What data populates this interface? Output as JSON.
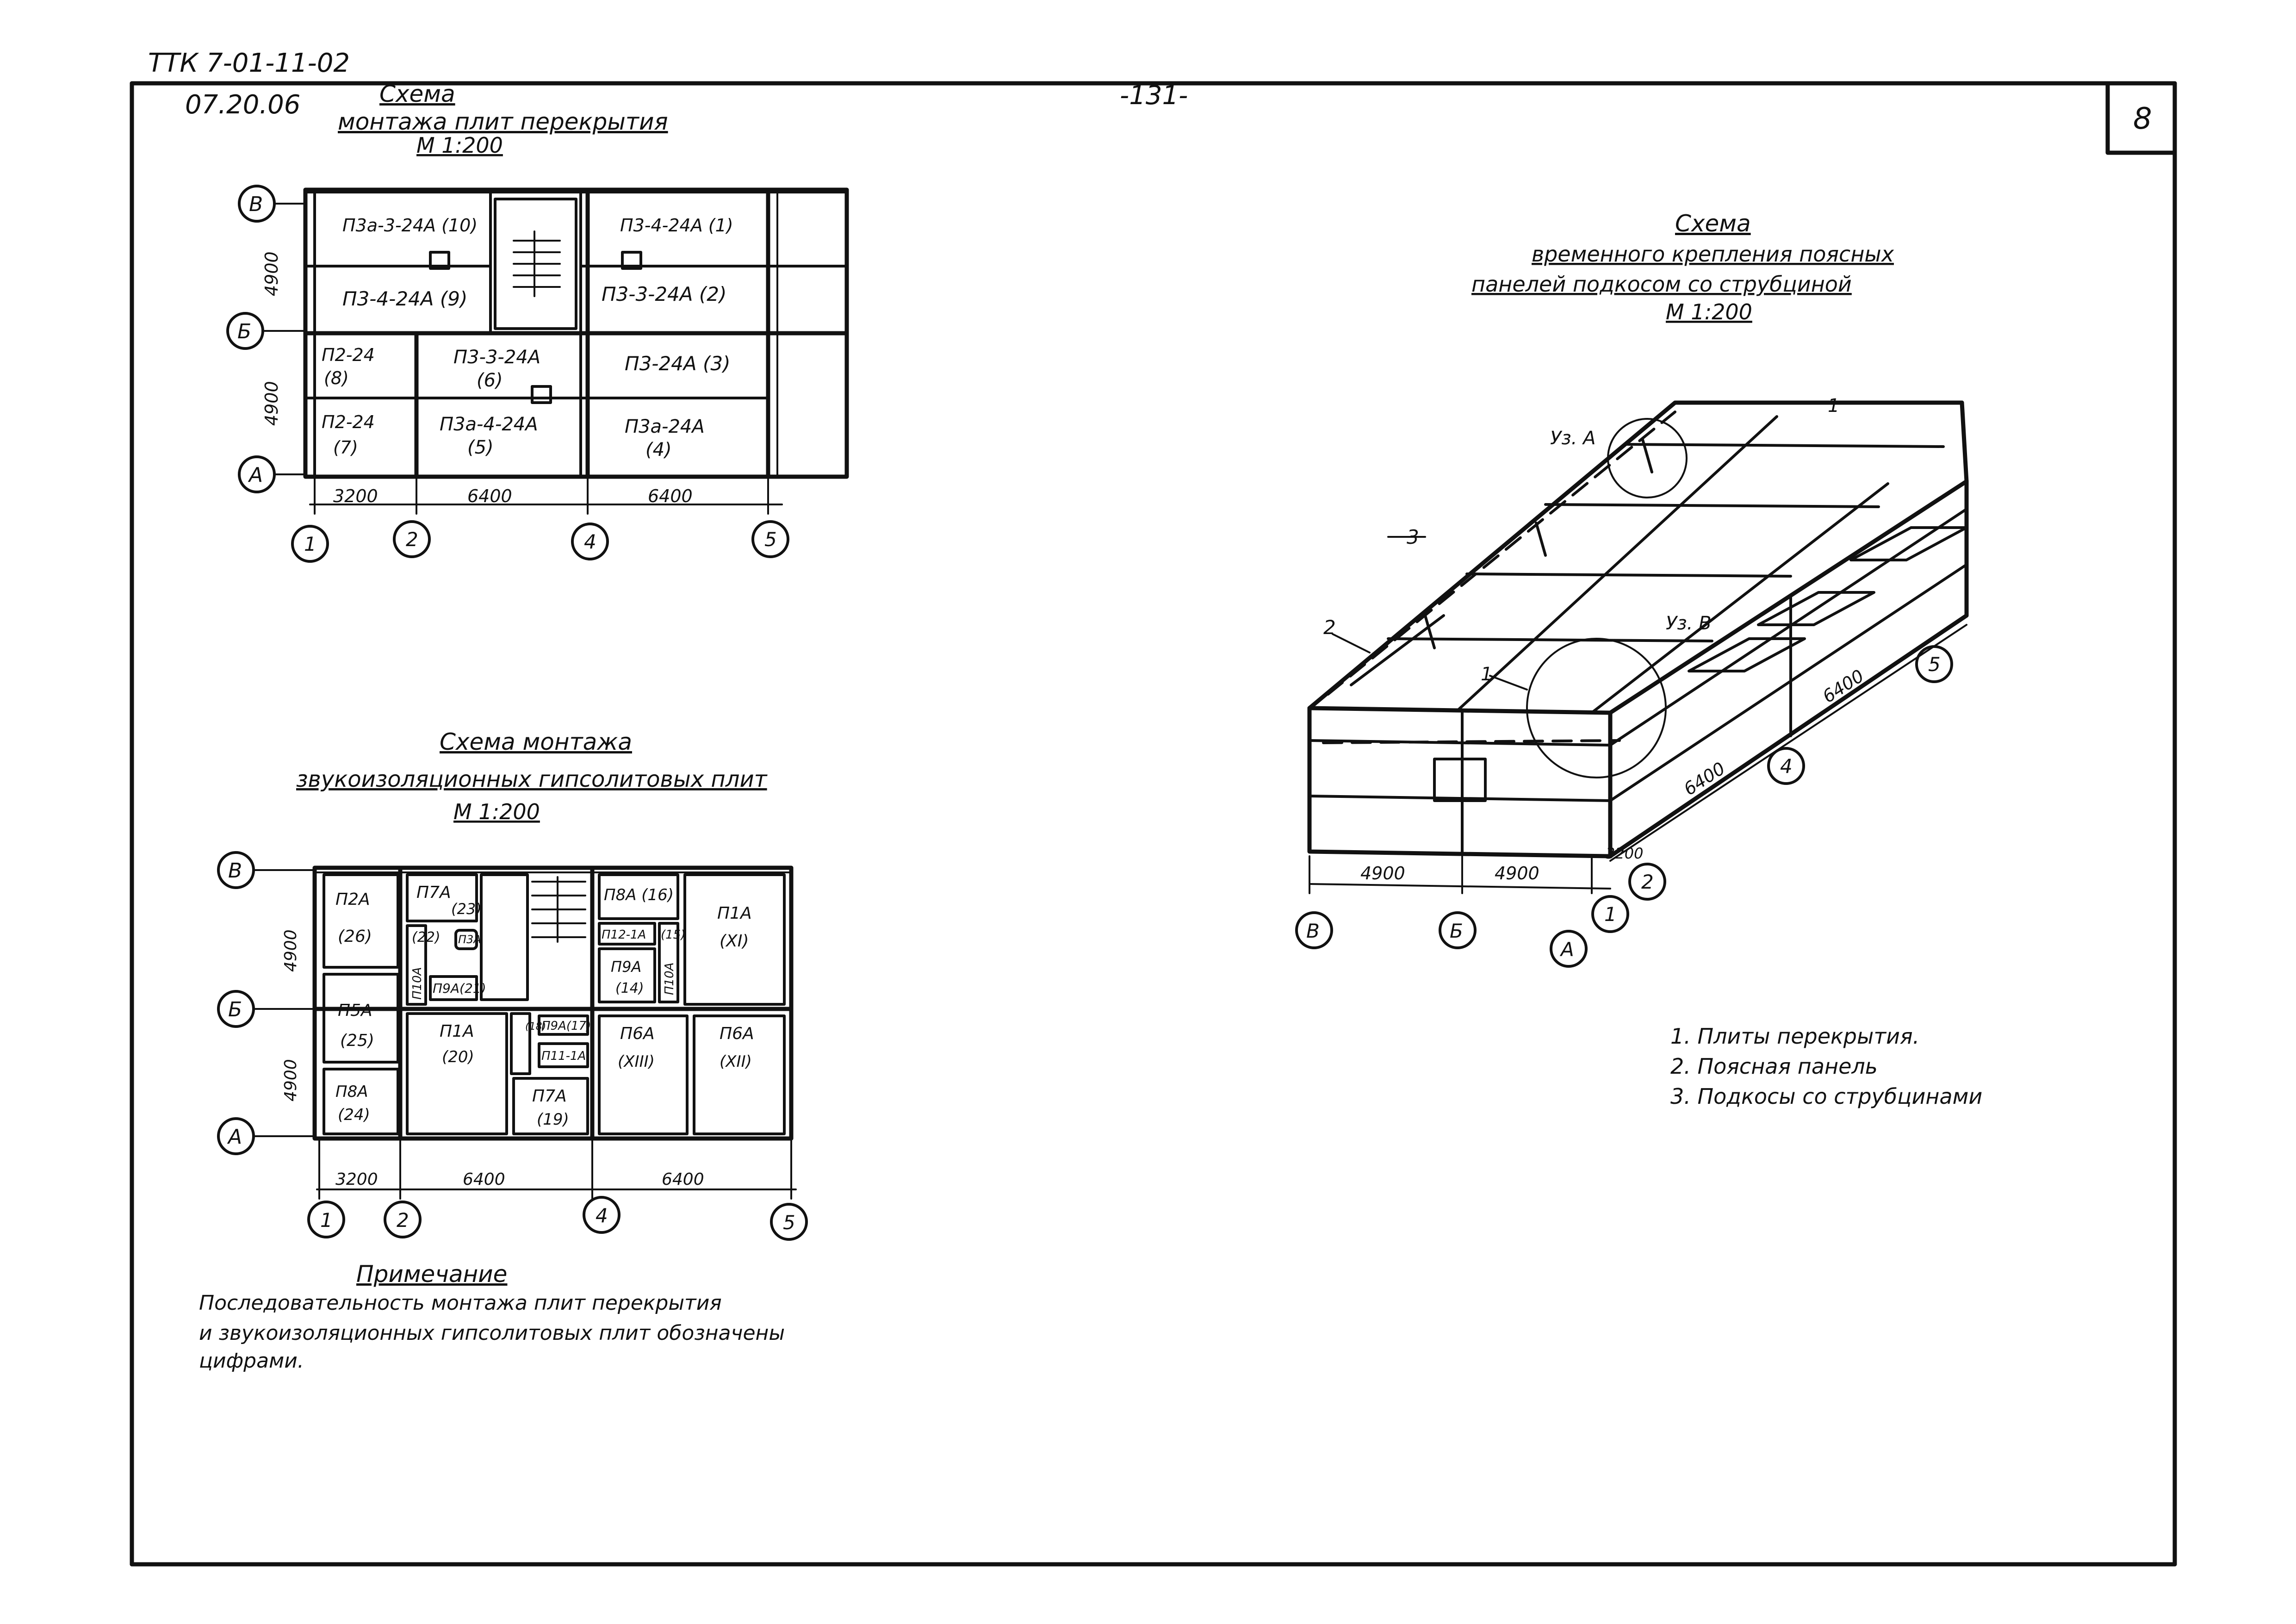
{
  "header": {
    "doc_code": "ТТК 7-01-11-02",
    "sub_code": "07.20.06",
    "page_number": "-131-",
    "sheet_number": "8"
  },
  "scheme1": {
    "title_line1": "Схема",
    "title_line2": "монтажа плит перекрытия",
    "scale": "М 1:200",
    "panels": [
      "П3а-3-24А (10)",
      "П3-4-24А (1)",
      "П3-4-24А (9)",
      "П3-3-24А (2)",
      "П2-24",
      "(8)",
      "П3-3-24А",
      "(6)",
      "П3-24А (3)",
      "П2-24",
      "(7)",
      "П3а-4-24А",
      "(5)",
      "П3а-24А",
      "(4)"
    ],
    "axis_rows": [
      "В",
      "Б",
      "А"
    ],
    "axis_cols": [
      "1",
      "2",
      "4",
      "5"
    ],
    "dims_h": [
      "3200",
      "6400",
      "6400"
    ],
    "dims_v": [
      "4900",
      "4900"
    ]
  },
  "scheme2": {
    "title_line1": "Схема монтажа",
    "title_line2": "звукоизоляционных гипсолитовых плит",
    "scale": "М 1:200",
    "panels": [
      "П2А",
      "(26)",
      "П7А",
      "(23)",
      "П8А (16)",
      "П1А",
      "(XI)",
      "(22)",
      "П3А",
      "П9А(21)",
      "П12-1А",
      "(15)",
      "П10А",
      "П10А",
      "П9А",
      "(14)",
      "П5А",
      "(25)",
      "П1А",
      "(20)",
      "П9А(17)",
      "П6А",
      "(XIII)",
      "П6А",
      "(XII)",
      "П11-1А",
      "П8А",
      "(24)",
      "П7А",
      "(19)",
      "(18)"
    ],
    "axis_rows": [
      "В",
      "Б",
      "А"
    ],
    "axis_cols": [
      "1",
      "2",
      "4",
      "5"
    ],
    "dims_h": [
      "3200",
      "6400",
      "6400"
    ],
    "dims_v": [
      "4900",
      "4900"
    ]
  },
  "note": {
    "title": "Примечание",
    "line1": "Последовательность монтажа плит перекрытия",
    "line2": "и звукоизоляционных гипсолитовых плит обозначены",
    "line3": "цифрами."
  },
  "scheme3": {
    "title_line1": "Схема",
    "title_line2": "временного крепления поясных",
    "title_line3": "панелей подкосом со струбциной",
    "scale": "М 1:200",
    "node_a": "Уз. А",
    "node_b": "Уз. В",
    "callouts": [
      "1",
      "2",
      "3",
      "1"
    ],
    "dims": [
      "4900",
      "4900",
      "3200",
      "6400",
      "6400"
    ],
    "axes": [
      "В",
      "Б",
      "А",
      "1",
      "2",
      "4",
      "5"
    ],
    "legend": [
      "1. Плиты перекрытия.",
      "2. Поясная панель",
      "3. Подкосы со струбцинами"
    ]
  }
}
